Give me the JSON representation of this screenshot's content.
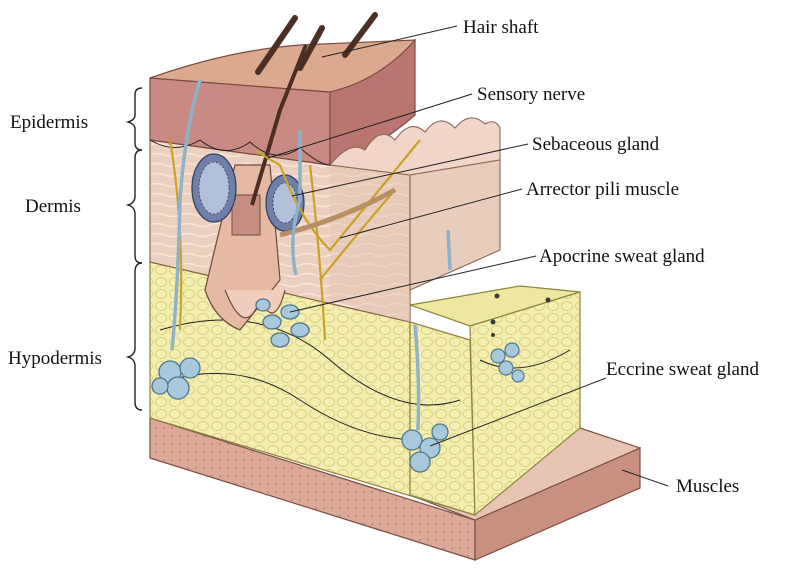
{
  "labels": {
    "hair_shaft": "Hair shaft",
    "sensory_nerve": "Sensory nerve",
    "sebaceous_gland": "Sebaceous gland",
    "arrector_pili_muscle": "Arrector pili muscle",
    "apocrine_sweat_gland": "Apocrine sweat gland",
    "eccrine_sweat_gland": "Eccrine sweat gland",
    "muscles": "Muscles"
  },
  "layers": {
    "epidermis": "Epidermis",
    "dermis": "Dermis",
    "hypodermis": "Hypodermis"
  },
  "colors": {
    "epidermis": "#c98a84",
    "dermis": "#ecd0bf",
    "hypodermis": "#f4eeb0",
    "muscle": "#dca898",
    "nerve": "#c9a227",
    "gland": "#8fb2c9"
  }
}
